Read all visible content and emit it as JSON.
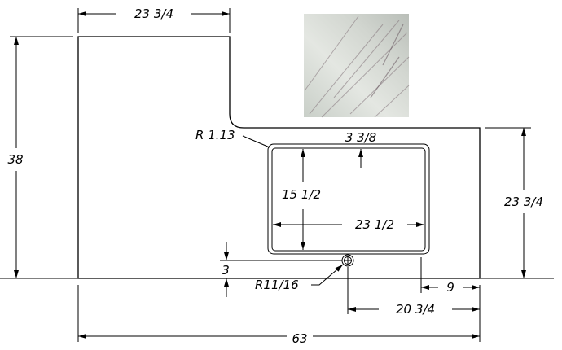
{
  "drawing": {
    "dimensions": {
      "top_width": "23 3/4",
      "left_height": "38",
      "right_depth": "23 3/4",
      "total_width": "63",
      "sink_setback": "3 3/8",
      "sink_depth": "15 1/2",
      "sink_width": "23 1/2",
      "corner_radius": "R 1.13",
      "faucet_offset": "3",
      "faucet_radius": "R11/16",
      "faucet_from_right": "20 3/4",
      "sink_from_right": "9"
    },
    "material_swatch": "marble-swatch",
    "colors": {
      "line": "#000000",
      "marble_base": "#d9ddd8",
      "marble_vein": "#7a6a70"
    }
  }
}
